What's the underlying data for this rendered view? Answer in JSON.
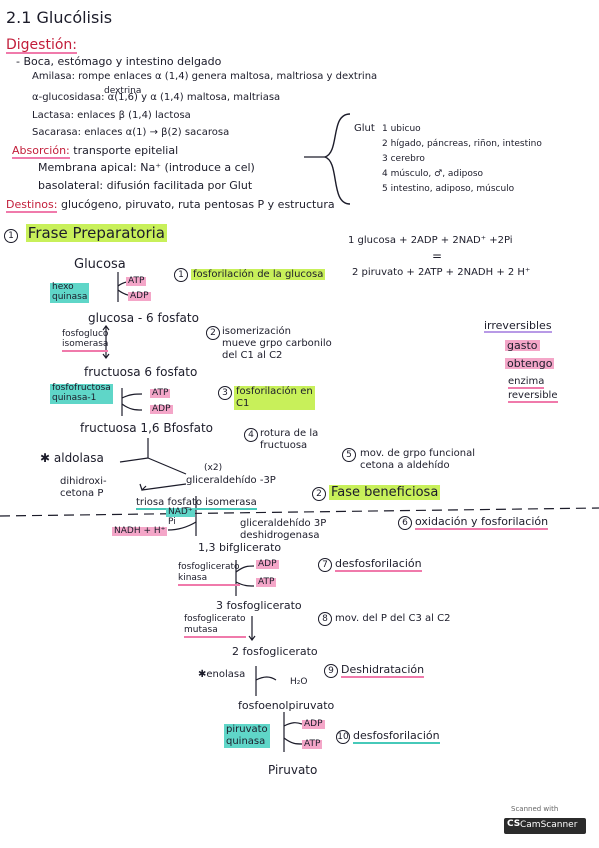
{
  "title": "2.1 Glucólisis",
  "digestion": {
    "heading": "Digestión:",
    "line1": "- Boca, estómago y intestino delgado",
    "amilasa": "Amilasa: rompe enlaces α (1,4) genera maltosa, maltriosa y dextrina",
    "glucosidasa_sup": "dextrina",
    "glucosidasa": "α-glucosidasa: α(1,6) y α (1,4) maltosa, maltriasa",
    "lactasa": "Lactasa: enlaces β (1,4) lactosa",
    "sacarasa": "Sacarasa: enlaces α(1) → β(2) sacarosa",
    "absorcion_label": "Absorción:",
    "absorcion": "transporte epitelial",
    "membrana": "Membrana apical: Na⁺ (introduce a cel)",
    "basolateral": "basolateral: difusión facilitada por Glut",
    "destinos_label": "Destinos:",
    "destinos": "glucógeno, piruvato, ruta pentosas P y estructura"
  },
  "glut": {
    "label": "Glut",
    "items": [
      "1 ubicuo",
      "2 hígado, páncreas, riñon, intestino",
      "3 cerebro",
      "4 músculo, ♂, adiposo",
      "5 intestino, adiposo, músculo"
    ]
  },
  "fase1": {
    "num": "1",
    "title": "Frase Preparatoria"
  },
  "equation": {
    "top": "1 glucosa + 2ADP + 2NAD⁺ +2Pi",
    "eq": "=",
    "bottom": "2 piruvato + 2ATP + 2NADH + 2 H⁺"
  },
  "legend": {
    "irreversibles": "irreversibles",
    "gasto": "gasto",
    "obtengo": "obtengo",
    "enzima": "enzima",
    "reversible": "reversible"
  },
  "pathway": {
    "glucosa": "Glucosa",
    "hexo": "hexo\nquinasa",
    "atp_adp1_a": "ATP",
    "atp_adp1_b": "ADP",
    "step1": "fosforilación de la glucosa",
    "g6p": "glucosa - 6 fosfato",
    "fosfogluco": "fosfogluco\nisomerasa",
    "step2": "isomerización\nmueve grpo carbonilo\ndel C1 al C2",
    "f6p": "fructuosa 6 fosfato",
    "pfk": "fosfofructosa\nquinasa-1",
    "atp_adp2_a": "ATP",
    "atp_adp2_b": "ADP",
    "step3": "fosforilación en\nC1",
    "f16bp": "fructuosa 1,6 Bfosfato",
    "step4": "rotura de la\nfructuosa",
    "aldolasa": "aldolasa",
    "dhap": "dihidroxi-\ncetona P",
    "x2": "(x2)",
    "g3p": "gliceraldehído -3P",
    "step5": "mov. de grpo funcional\ncetona a aldehído",
    "tpi": "triosa fosfato isomerasa",
    "fase2": "Fase beneficiosa",
    "nad": "NAD⁺",
    "pi": "Pi",
    "nadh": "NADH + H⁺",
    "g3pdh": "gliceraldehído 3P\ndeshidrogenasa",
    "step6": "oxidación y fosforilación",
    "bpg": "1,3 bifglicerato",
    "pgk": "fosfoglicerato\nkinasa",
    "atp_adp3_a": "ADP",
    "atp_adp3_b": "ATP",
    "step7": "desfosforilación",
    "pg3": "3 fosfoglicerato",
    "pgm": "fosfoglicerato\nmutasa",
    "step8": "mov. del P del C3 al C2",
    "pg2": "2 fosfoglicerato",
    "enolasa": "enolasa",
    "h2o": "H₂O",
    "step9": "Deshidratación",
    "pep": "fosfoenolpiruvato",
    "pk": "piruvato\nquinasa",
    "atp_adp4_a": "ADP",
    "atp_adp4_b": "ATP",
    "step10": "desfosforilación",
    "piruvato": "Piruvato"
  },
  "scanner": {
    "scanned": "Scanned with",
    "brand": "CamScanner"
  }
}
